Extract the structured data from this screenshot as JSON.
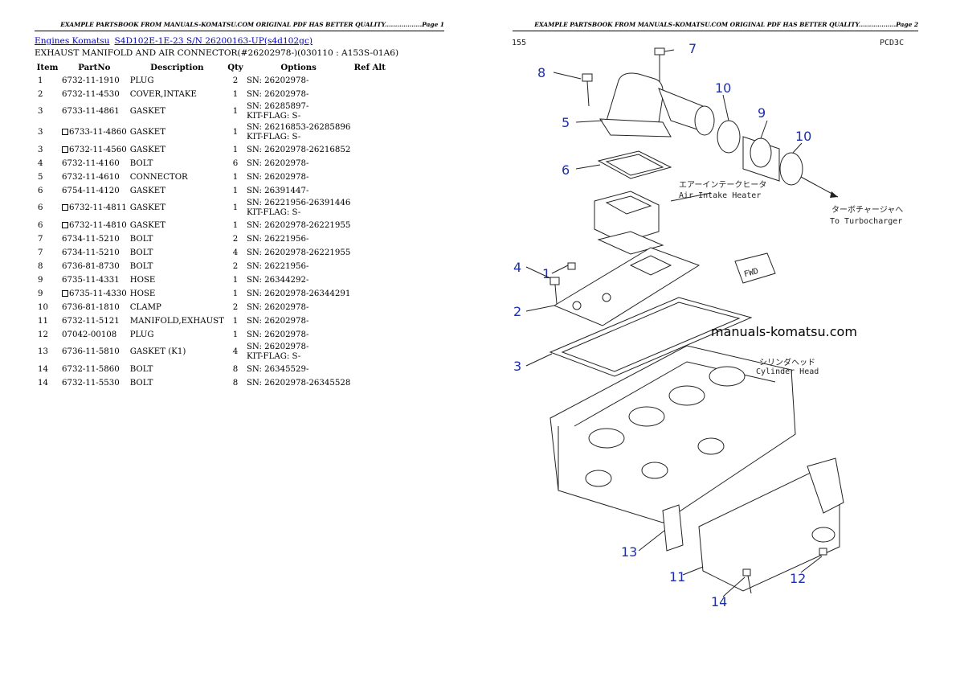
{
  "header_left": "EXAMPLE PARTSBOOK FROM MANUALS-KOMATSU.COM ORIGINAL PDF HAS BETTER QUALITY..................Page 1",
  "header_right": "EXAMPLE PARTSBOOK FROM MANUALS-KOMATSU.COM ORIGINAL PDF HAS BETTER QUALITY..................Page 2",
  "breadcrumb": {
    "link1": "Engines Komatsu",
    "link2": "S4D102E-1E-23 S/N 26200163-UP(s4d102gc)"
  },
  "subtitle": "EXHAUST MANIFOLD AND AIR CONNECTOR(#26202978-)(030110 : A153S-01A6)",
  "columns": {
    "item": "Item",
    "part": "PartNo",
    "desc": "Description",
    "qty": "Qty",
    "options": "Options",
    "ref": "Ref Alt"
  },
  "rows": [
    {
      "item": "1",
      "part": "6732-11-1910",
      "box": false,
      "desc": "PLUG",
      "qty": "2",
      "opt1": "SN: 26202978-",
      "opt2": ""
    },
    {
      "item": "2",
      "part": "6732-11-4530",
      "box": false,
      "desc": "COVER,INTAKE",
      "qty": "1",
      "opt1": "SN: 26202978-",
      "opt2": ""
    },
    {
      "item": "3",
      "part": "6733-11-4861",
      "box": false,
      "desc": "GASKET",
      "qty": "1",
      "opt1": "SN: 26285897-",
      "opt2": "KIT-FLAG: S-"
    },
    {
      "item": "3",
      "part": "6733-11-4860",
      "box": true,
      "desc": "GASKET",
      "qty": "1",
      "opt1": "SN: 26216853-26285896",
      "opt2": "KIT-FLAG: S-"
    },
    {
      "item": "3",
      "part": "6732-11-4560",
      "box": true,
      "desc": "GASKET",
      "qty": "1",
      "opt1": "SN: 26202978-26216852",
      "opt2": ""
    },
    {
      "item": "4",
      "part": "6732-11-4160",
      "box": false,
      "desc": "BOLT",
      "qty": "6",
      "opt1": "SN: 26202978-",
      "opt2": ""
    },
    {
      "item": "5",
      "part": "6732-11-4610",
      "box": false,
      "desc": "CONNECTOR",
      "qty": "1",
      "opt1": "SN: 26202978-",
      "opt2": ""
    },
    {
      "item": "6",
      "part": "6754-11-4120",
      "box": false,
      "desc": "GASKET",
      "qty": "1",
      "opt1": "SN: 26391447-",
      "opt2": ""
    },
    {
      "item": "6",
      "part": "6732-11-4811",
      "box": true,
      "desc": "GASKET",
      "qty": "1",
      "opt1": "SN: 26221956-26391446",
      "opt2": "KIT-FLAG: S-"
    },
    {
      "item": "6",
      "part": "6732-11-4810",
      "box": true,
      "desc": "GASKET",
      "qty": "1",
      "opt1": "SN: 26202978-26221955",
      "opt2": ""
    },
    {
      "item": "7",
      "part": "6734-11-5210",
      "box": false,
      "desc": "BOLT",
      "qty": "2",
      "opt1": "SN: 26221956-",
      "opt2": ""
    },
    {
      "item": "7",
      "part": "6734-11-5210",
      "box": false,
      "desc": "BOLT",
      "qty": "4",
      "opt1": "SN: 26202978-26221955",
      "opt2": ""
    },
    {
      "item": "8",
      "part": "6736-81-8730",
      "box": false,
      "desc": "BOLT",
      "qty": "2",
      "opt1": "SN: 26221956-",
      "opt2": ""
    },
    {
      "item": "9",
      "part": "6735-11-4331",
      "box": false,
      "desc": "HOSE",
      "qty": "1",
      "opt1": "SN: 26344292-",
      "opt2": ""
    },
    {
      "item": "9",
      "part": "6735-11-4330",
      "box": true,
      "desc": "HOSE",
      "qty": "1",
      "opt1": "SN: 26202978-26344291",
      "opt2": ""
    },
    {
      "item": "10",
      "part": "6736-81-1810",
      "box": false,
      "desc": "CLAMP",
      "qty": "2",
      "opt1": "SN: 26202978-",
      "opt2": ""
    },
    {
      "item": "11",
      "part": "6732-11-5121",
      "box": false,
      "desc": "MANIFOLD,EXHAUST",
      "qty": "1",
      "opt1": "SN: 26202978-",
      "opt2": ""
    },
    {
      "item": "12",
      "part": "07042-00108",
      "box": false,
      "desc": "PLUG",
      "qty": "1",
      "opt1": "SN: 26202978-",
      "opt2": ""
    },
    {
      "item": "13",
      "part": "6736-11-5810",
      "box": false,
      "desc": "GASKET (K1)",
      "qty": "4",
      "opt1": "SN: 26202978-",
      "opt2": "KIT-FLAG: S-"
    },
    {
      "item": "14",
      "part": "6732-11-5860",
      "box": false,
      "desc": "BOLT",
      "qty": "8",
      "opt1": "SN: 26345529-",
      "opt2": ""
    },
    {
      "item": "14",
      "part": "6732-11-5530",
      "box": false,
      "desc": "BOLT",
      "qty": "8",
      "opt1": "SN: 26202978-26345528",
      "opt2": ""
    }
  ],
  "diagram": {
    "code_left": "155",
    "code_right": "PCD3C",
    "callouts": [
      "1",
      "2",
      "3",
      "4",
      "5",
      "6",
      "7",
      "8",
      "9",
      "10",
      "10",
      "11",
      "12",
      "13",
      "14"
    ],
    "jp_air_intake": "エアーインテークヒータ",
    "air_intake": "Air Intake Heater",
    "jp_turbo": "ターボチャージャへ",
    "turbo": "To Turbocharger",
    "jp_cylinder": "シリンダヘッド",
    "cylinder": "Cylinder Head",
    "fwd": "FWD",
    "watermark": "manuals-komatsu.com"
  }
}
